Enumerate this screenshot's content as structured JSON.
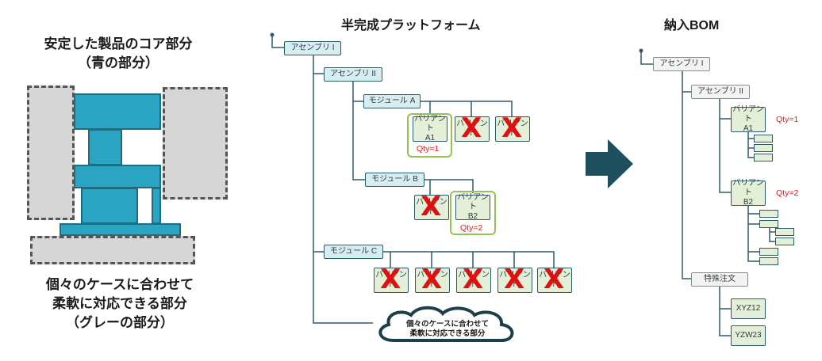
{
  "left": {
    "title_line1": "安定した製品のコア部分",
    "title_line2": "（青の部分）",
    "bottom_line1": "個々のケースに合わせて",
    "bottom_line2": "柔軟に対応できる部分",
    "bottom_line3": "（グレーの部分）"
  },
  "middle": {
    "title": "半完成プラットフォーム",
    "assembly1": "アセンブリ I",
    "assembly2": "アセンブリ II",
    "module_a": "モジュール A",
    "module_b": "モジュール B",
    "module_c": "モジュール C",
    "variant": "バリアント",
    "variant_a1_l1": "バリアント",
    "variant_a1_l2": "A1",
    "variant_b2_l1": "バリアント",
    "variant_b2_l2": "B2",
    "qty1": "Qty=1",
    "qty2": "Qty=2",
    "cloud_line1": "個々のケースに合わせて",
    "cloud_line2": "柔軟に対応できる部分",
    "x_mark": "X"
  },
  "right": {
    "title": "納入BOM",
    "assembly1": "アセンブリ I",
    "assembly2": "アセンブリ II",
    "variant_a1_l1": "バリアント",
    "variant_a1_l2": "A1",
    "variant_b2_l1": "バリアント",
    "variant_b2_l2": "B2",
    "qty1": "Qty=1",
    "qty2": "Qty=2",
    "special_order": "特殊注文",
    "xyz12": "XYZ12",
    "yzw23": "YZW23"
  },
  "colors": {
    "core_blue": "#2aa4c2",
    "line_dark": "#2e5b68",
    "highlight_green": "#92c353",
    "cross_red": "#e01010",
    "arrow": "#1d4f5e"
  }
}
